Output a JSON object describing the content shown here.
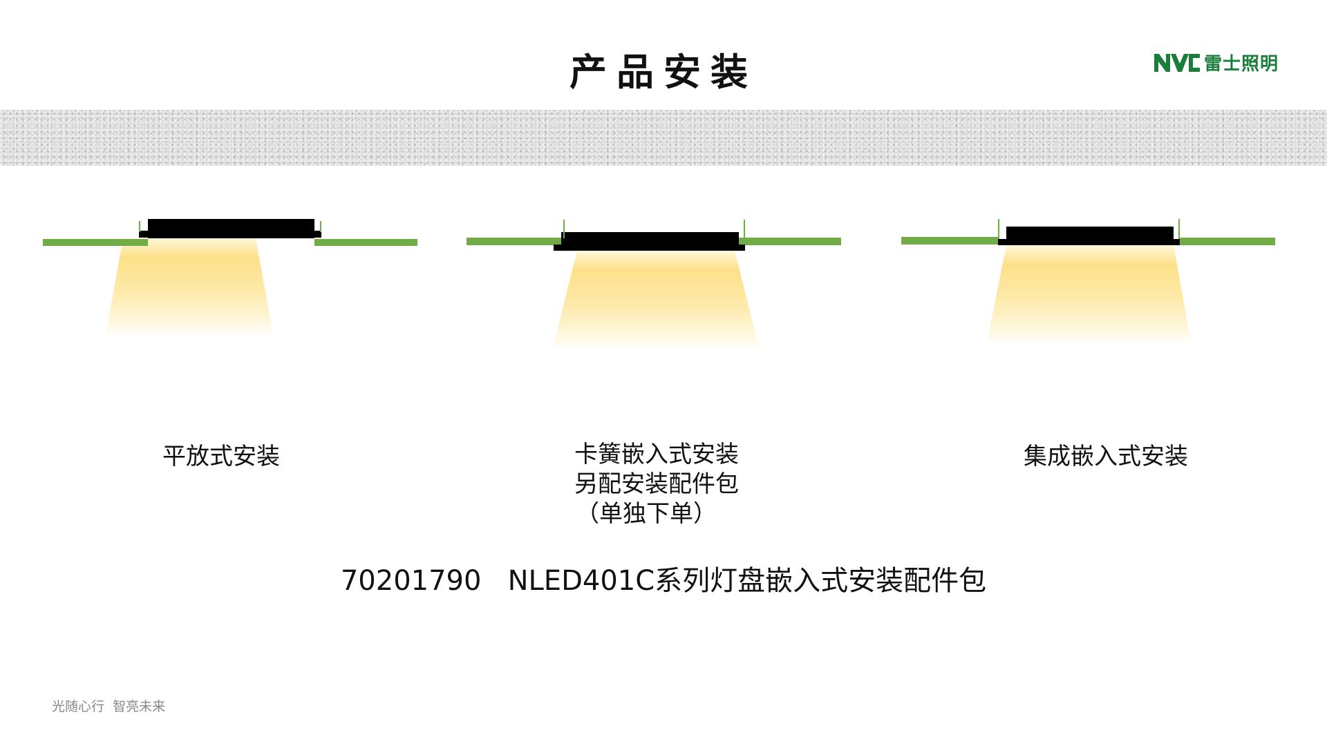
{
  "header": {
    "title": "产品安装",
    "logo_mark": "NVC",
    "logo_text": "雷士照明",
    "brand_color": "#1a7d3a"
  },
  "installations": [
    {
      "label_lines": [
        "平放式安装"
      ]
    },
    {
      "label_lines": [
        "卡簧嵌入式安装",
        "另配安装配件包",
        "（单独下单）"
      ]
    },
    {
      "label_lines": [
        "集成嵌入式安装"
      ]
    }
  ],
  "accessory": {
    "code": "70201790",
    "name": "NLED401C系列灯盘嵌入式安装配件包"
  },
  "footer": {
    "slogan": "光随心行  智亮未来"
  },
  "colors": {
    "ceiling_panel": "#70ad47",
    "fixture": "#000000",
    "light": "#fde08a"
  }
}
